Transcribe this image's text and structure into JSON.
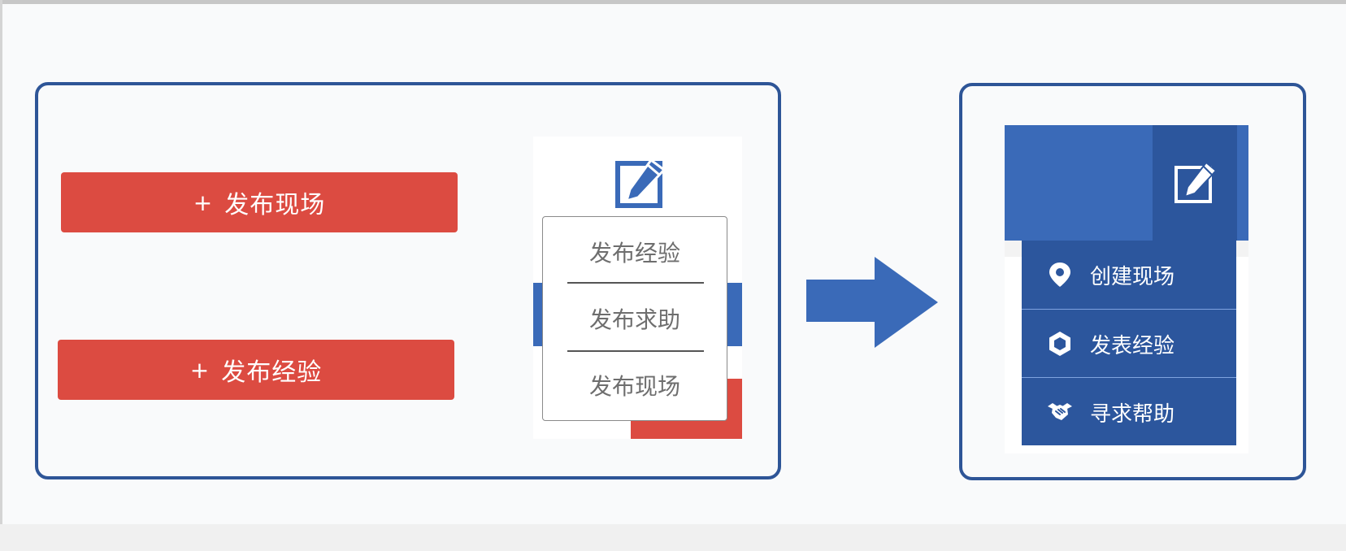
{
  "before": {
    "buttons": [
      {
        "plus": "+",
        "label": "发布现场"
      },
      {
        "plus": "+",
        "label": "发布经验"
      }
    ],
    "popup_menu": {
      "items": [
        "发布经验",
        "发布求助",
        "发布现场"
      ]
    }
  },
  "after": {
    "menu_items": [
      {
        "label": "创建现场",
        "icon": "location-pin-icon"
      },
      {
        "label": "发表经验",
        "icon": "hexagon-icon"
      },
      {
        "label": "寻求帮助",
        "icon": "handshake-icon"
      }
    ]
  },
  "colors": {
    "frame": "#2e5597",
    "button_red": "#dc4b41",
    "blue": "#3a6ab8",
    "dark_blue": "#2c569d"
  }
}
